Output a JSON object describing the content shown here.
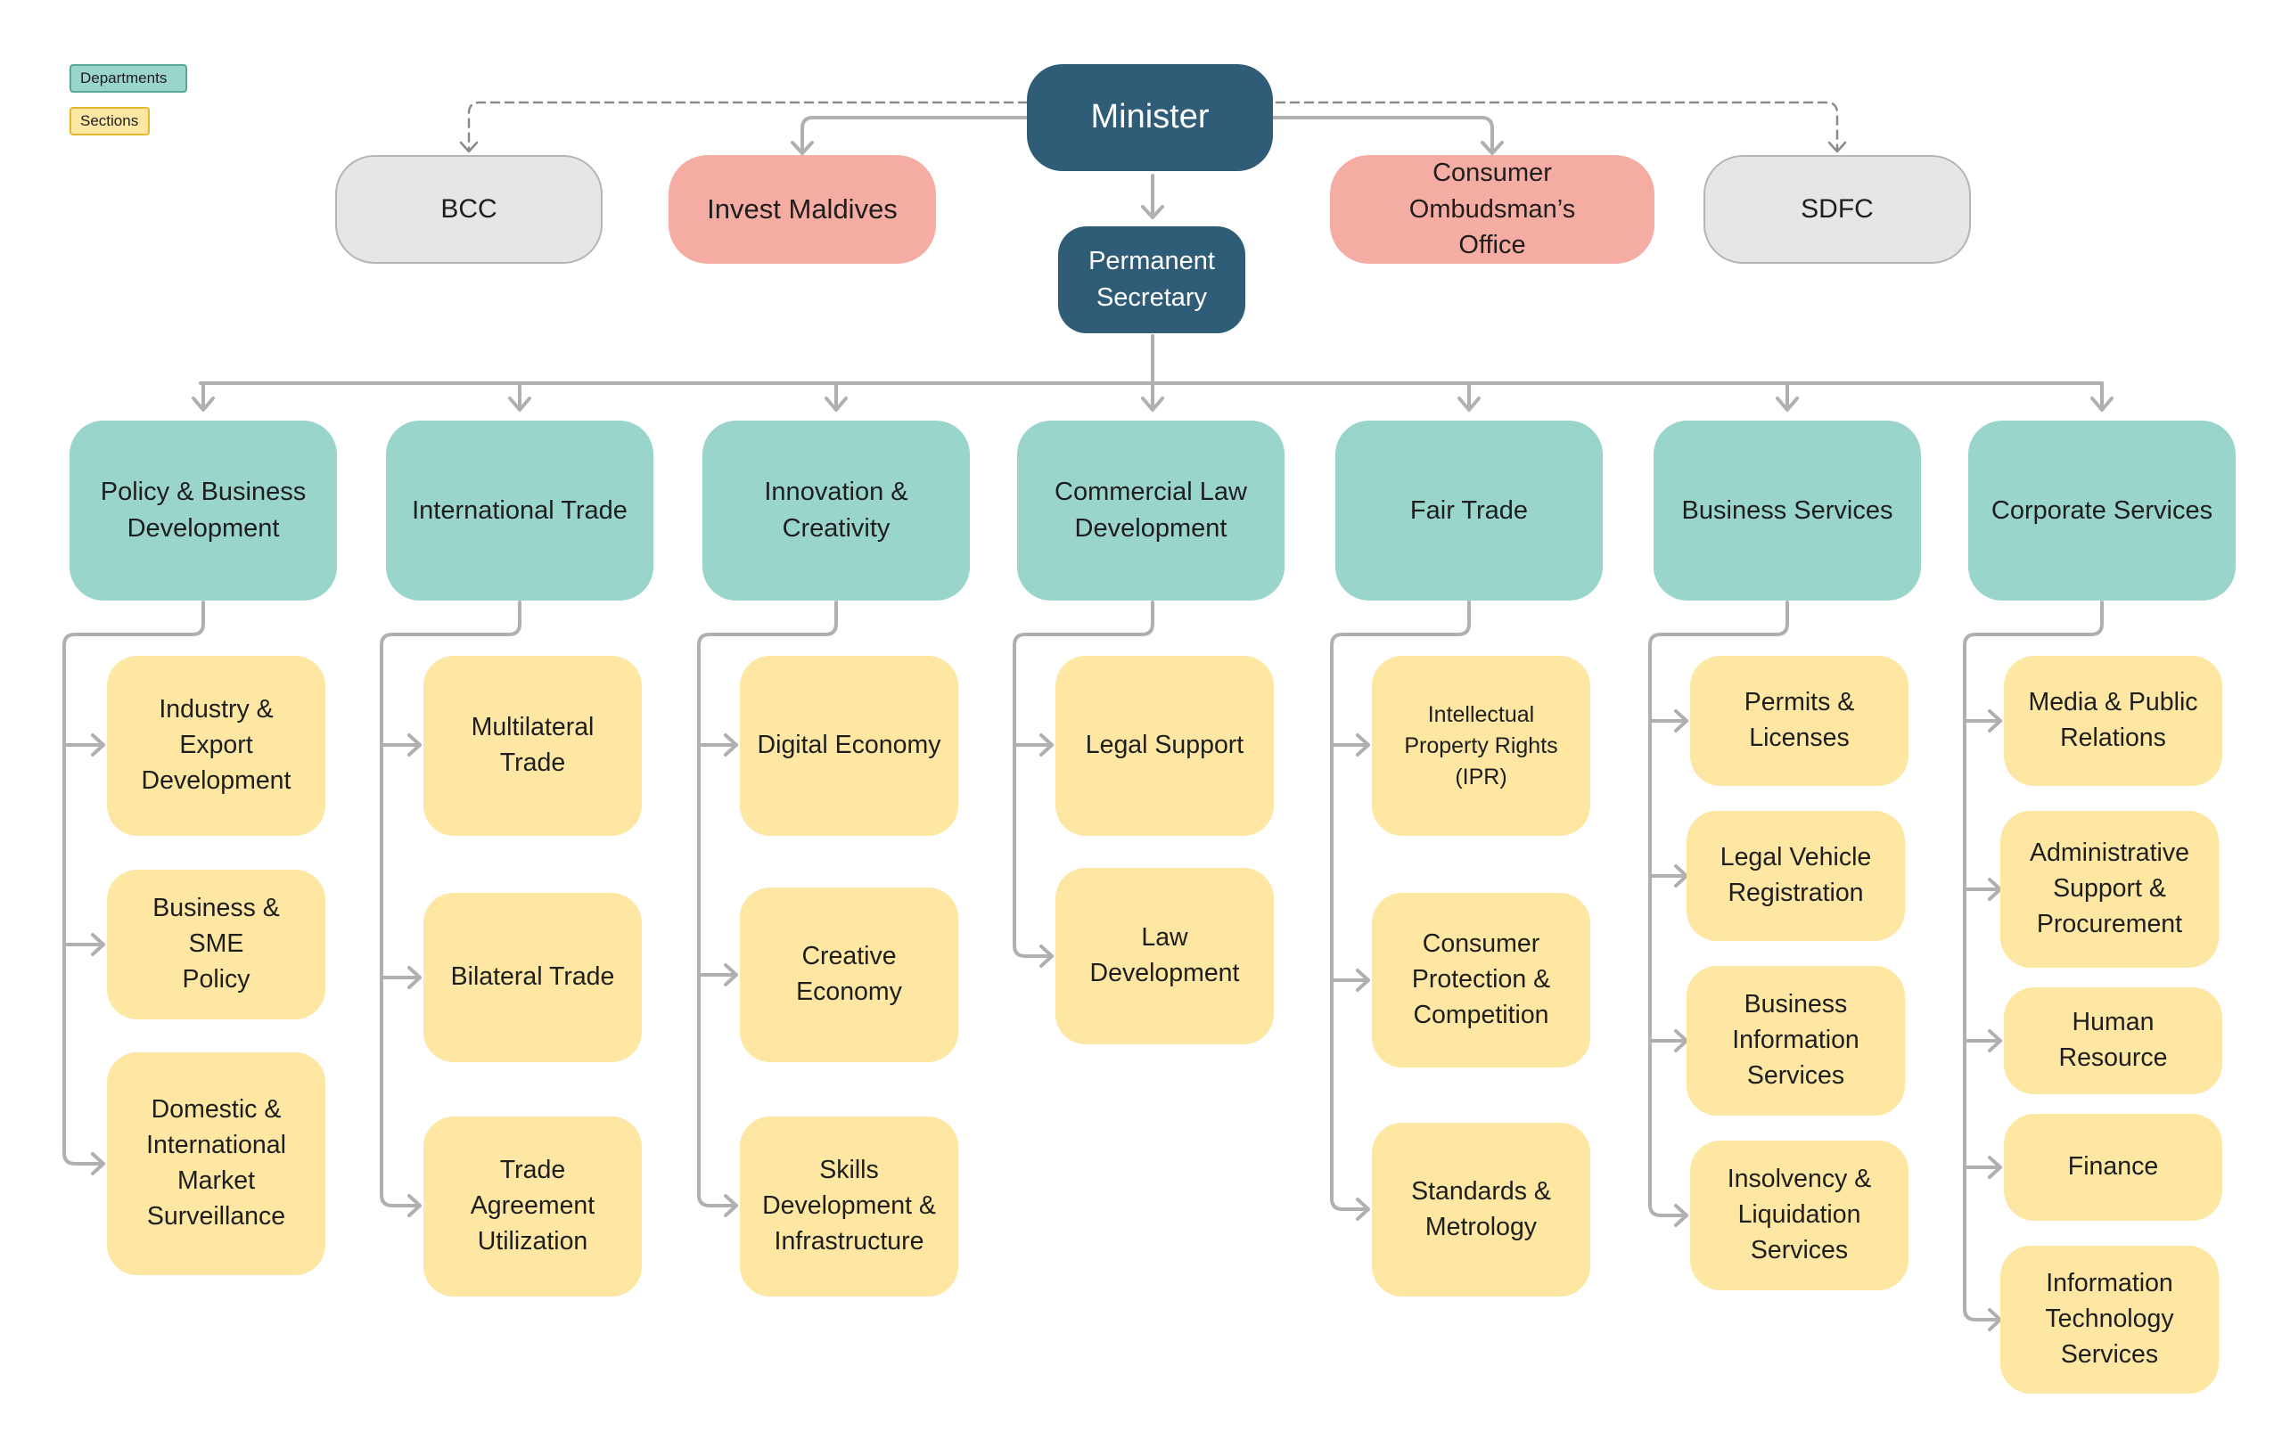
{
  "legend": {
    "departments": "Departments",
    "sections": "Sections"
  },
  "colors": {
    "minister": "#2f5d77",
    "department": "#9ad5cc",
    "section": "#fde7a3",
    "agency_highlight": "#f5aca3",
    "agency_neutral": "#e6e6e6",
    "connector": "#b0b0b0"
  },
  "minister": "Minister",
  "permanent_secretary": "Permanent\nSecretary",
  "agencies": [
    "BCC",
    "Invest Maldives",
    "Consumer Ombudsman’s\nOffice",
    "SDFC"
  ],
  "departments": [
    {
      "name": "Policy & Business\nDevelopment",
      "sections": [
        "Industry &\nExport\nDevelopment",
        "Business & SME\nPolicy",
        "Domestic &\nInternational\nMarket\nSurveillance"
      ]
    },
    {
      "name": "International Trade",
      "sections": [
        "Multilateral\nTrade",
        "Bilateral Trade",
        "Trade\nAgreement\nUtilization"
      ]
    },
    {
      "name": "Innovation &\nCreativity",
      "sections": [
        "Digital Economy",
        "Creative\nEconomy",
        "Skills\nDevelopment &\nInfrastructure"
      ]
    },
    {
      "name": "Commercial Law\nDevelopment",
      "sections": [
        "Legal Support",
        "Law\nDevelopment"
      ]
    },
    {
      "name": "Fair Trade",
      "sections": [
        "Intellectual\nProperty Rights\n(IPR)",
        "Consumer\nProtection &\nCompetition",
        "Standards &\nMetrology"
      ]
    },
    {
      "name": "Business Services",
      "sections": [
        "Permits &\nLicenses",
        "Legal Vehicle\nRegistration",
        "Business\nInformation\nServices",
        "Insolvency &\nLiquidation\nServices"
      ]
    },
    {
      "name": "Corporate Services",
      "sections": [
        "Media & Public\nRelations",
        "Administrative\nSupport &\nProcurement",
        "Human\nResource",
        "Finance",
        "Information\nTechnology\nServices"
      ]
    }
  ]
}
